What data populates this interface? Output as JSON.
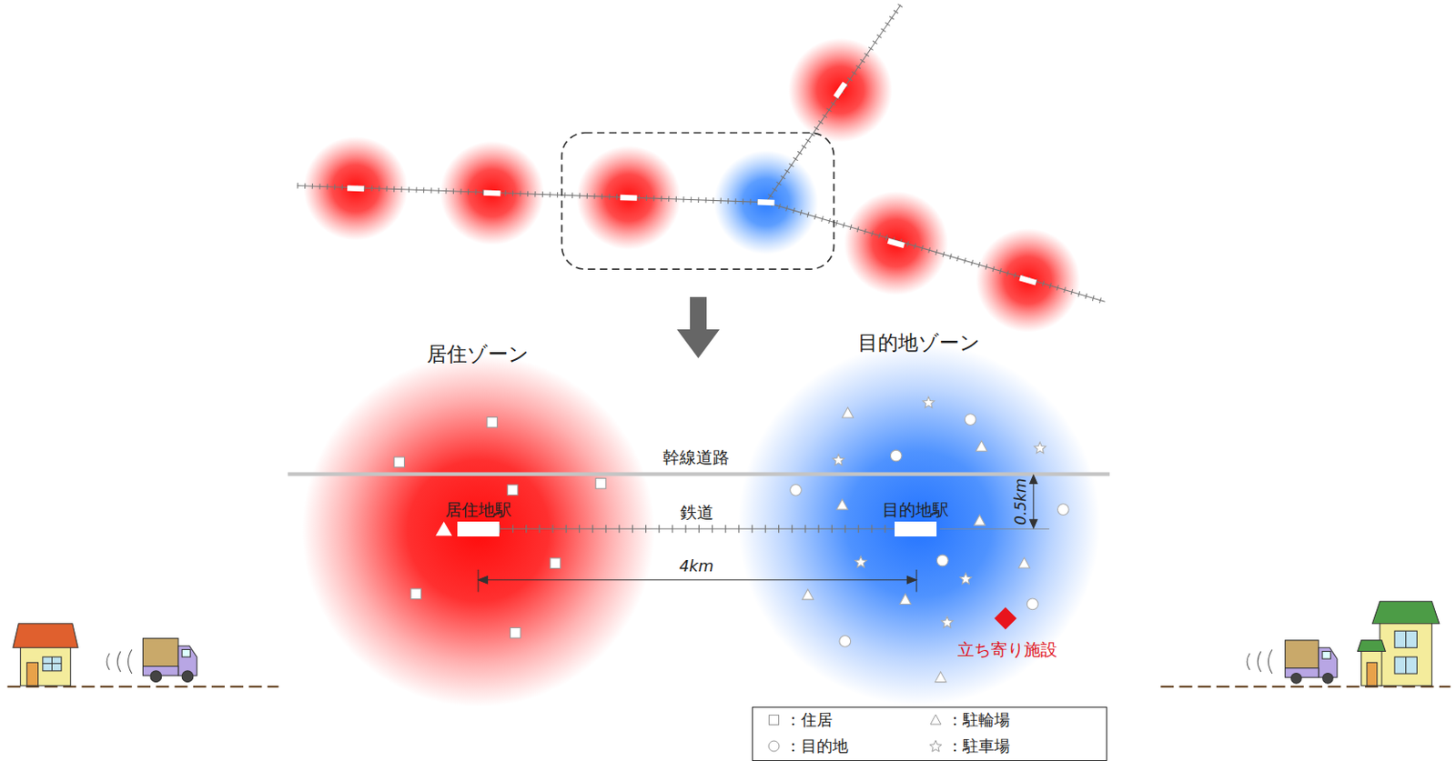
{
  "diagram": {
    "nodes": [
      {
        "text": [
          "居住ゾーン"
        ]
      },
      {
        "text": [
          "目的地ゾーン"
        ]
      },
      {
        "text": [
          "居住地駅"
        ],
        "in": 0
      },
      {
        "text": [
          "目的地駅"
        ],
        "in": 1
      },
      {
        "text": [
          "立ち寄り施設"
        ],
        "in": 1
      }
    ],
    "edges": [
      {
        "from": 2,
        "to": 3,
        "arrow": "none",
        "label": "鉄道"
      }
    ],
    "labels": [
      "幹線道路",
      "4km",
      "0.5km"
    ],
    "legend": [
      {
        "text": "：住居"
      },
      {
        "text": "：目的地"
      },
      {
        "text": "：駐輪場"
      },
      {
        "text": "：駐車場"
      }
    ]
  }
}
